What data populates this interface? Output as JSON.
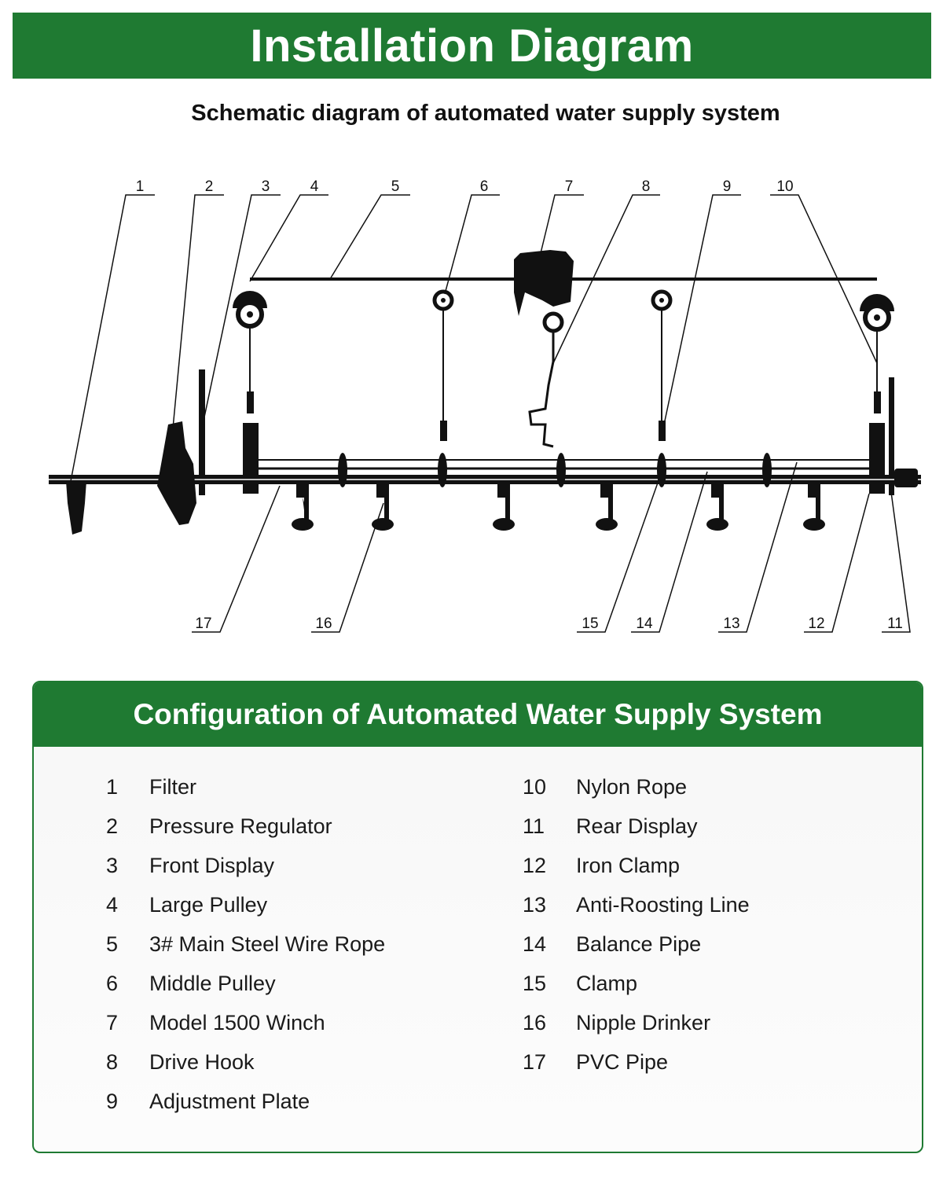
{
  "header": {
    "title": "Installation Diagram",
    "subtitle": "Schematic diagram of automated water supply system"
  },
  "diagram": {
    "callouts_top": [
      "1",
      "2",
      "3",
      "4",
      "5",
      "6",
      "7",
      "8",
      "9",
      "10"
    ],
    "callouts_bottom": [
      "17",
      "16",
      "15",
      "14",
      "13",
      "12",
      "11"
    ],
    "colors": {
      "line": "#111111",
      "accent": "#1f7a32"
    }
  },
  "config": {
    "title": "Configuration of Automated Water Supply System",
    "left": [
      {
        "num": "1",
        "label": "Filter"
      },
      {
        "num": "2",
        "label": "Pressure Regulator"
      },
      {
        "num": "3",
        "label": "Front Display"
      },
      {
        "num": "4",
        "label": "Large Pulley"
      },
      {
        "num": "5",
        "label": "3# Main Steel Wire Rope"
      },
      {
        "num": "6",
        "label": "Middle Pulley"
      },
      {
        "num": "7",
        "label": "Model 1500 Winch"
      },
      {
        "num": "8",
        "label": "Drive Hook"
      },
      {
        "num": "9",
        "label": "Adjustment Plate"
      }
    ],
    "right": [
      {
        "num": "10",
        "label": "Nylon Rope"
      },
      {
        "num": "11",
        "label": "Rear Display"
      },
      {
        "num": "12",
        "label": "Iron Clamp"
      },
      {
        "num": "13",
        "label": "Anti-Roosting Line"
      },
      {
        "num": "14",
        "label": "Balance Pipe"
      },
      {
        "num": "15",
        "label": "Clamp"
      },
      {
        "num": "16",
        "label": "Nipple Drinker"
      },
      {
        "num": "17",
        "label": "PVC Pipe"
      }
    ]
  }
}
